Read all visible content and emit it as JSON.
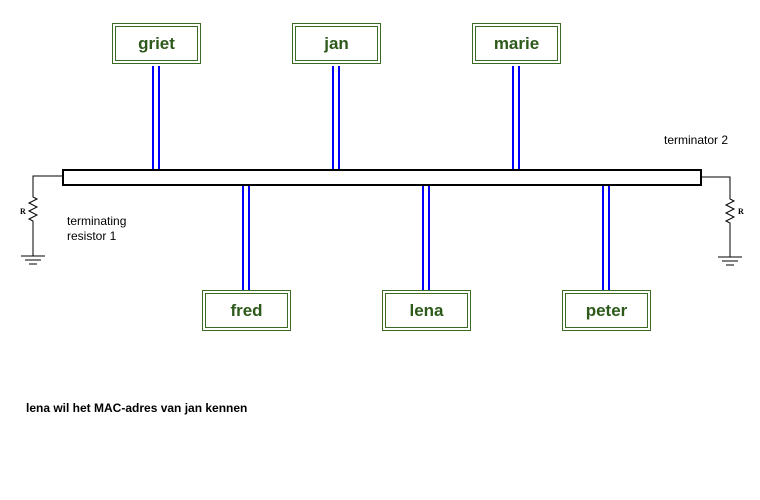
{
  "nodes_top": [
    {
      "name": "griet"
    },
    {
      "name": "jan"
    },
    {
      "name": "marie"
    }
  ],
  "nodes_bottom": [
    {
      "name": "fred"
    },
    {
      "name": "lena"
    },
    {
      "name": "peter"
    }
  ],
  "labels": {
    "terminator_left_line1": "terminating",
    "terminator_left_line2": "resistor 1",
    "terminator_right": "terminator 2",
    "resistor_symbol": "R"
  },
  "caption": "lena wil het MAC-adres van jan kennen",
  "colors": {
    "wire": "#0000ff",
    "node_border": "#3b6b22",
    "node_text": "#2d5a1b"
  }
}
